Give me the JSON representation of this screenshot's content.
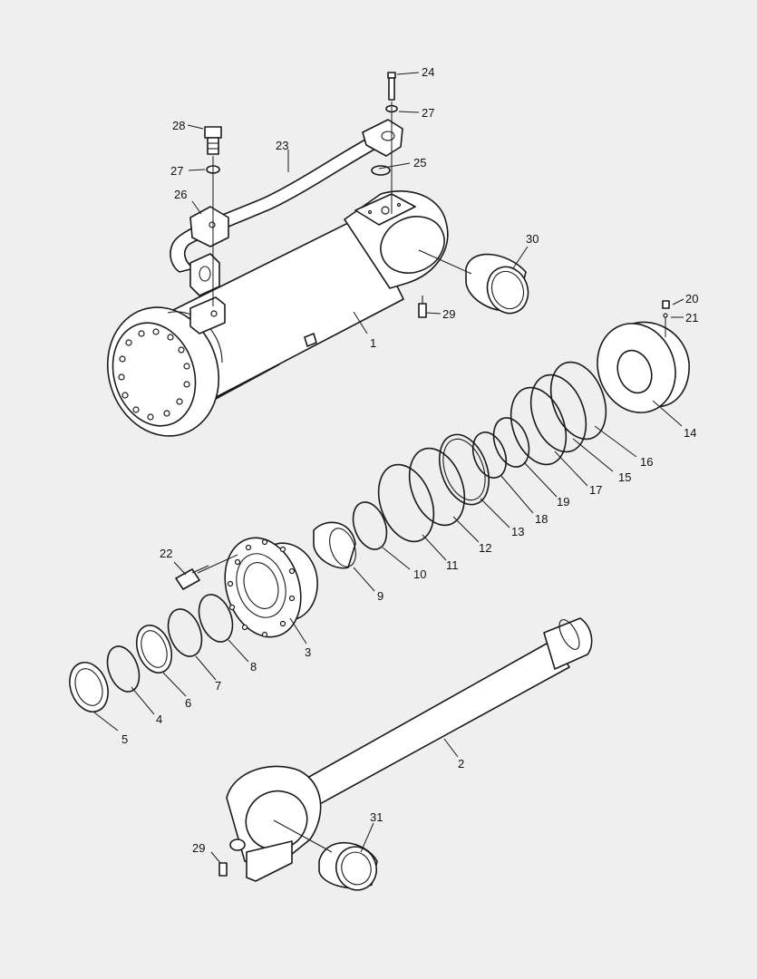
{
  "diagram": {
    "background": "#efefef",
    "callouts": [
      {
        "id": "c1",
        "text": "1"
      },
      {
        "id": "c2",
        "text": "2"
      },
      {
        "id": "c3",
        "text": "3"
      },
      {
        "id": "c4",
        "text": "4"
      },
      {
        "id": "c5",
        "text": "5"
      },
      {
        "id": "c6",
        "text": "6"
      },
      {
        "id": "c7",
        "text": "7"
      },
      {
        "id": "c8",
        "text": "8"
      },
      {
        "id": "c9",
        "text": "9"
      },
      {
        "id": "c10",
        "text": "10"
      },
      {
        "id": "c11",
        "text": "11"
      },
      {
        "id": "c12",
        "text": "12"
      },
      {
        "id": "c13",
        "text": "13"
      },
      {
        "id": "c14",
        "text": "14"
      },
      {
        "id": "c15",
        "text": "15"
      },
      {
        "id": "c16",
        "text": "16"
      },
      {
        "id": "c17",
        "text": "17"
      },
      {
        "id": "c18",
        "text": "18"
      },
      {
        "id": "c19",
        "text": "19"
      },
      {
        "id": "c20",
        "text": "20"
      },
      {
        "id": "c21",
        "text": "21"
      },
      {
        "id": "c22",
        "text": "22"
      },
      {
        "id": "c23",
        "text": "23"
      },
      {
        "id": "c24",
        "text": "24"
      },
      {
        "id": "c25",
        "text": "25"
      },
      {
        "id": "c26",
        "text": "26"
      },
      {
        "id": "c27a",
        "text": "27"
      },
      {
        "id": "c27b",
        "text": "27"
      },
      {
        "id": "c28",
        "text": "28"
      },
      {
        "id": "c29a",
        "text": "29"
      },
      {
        "id": "c29b",
        "text": "29"
      },
      {
        "id": "c30",
        "text": "30"
      },
      {
        "id": "c31",
        "text": "31"
      }
    ]
  }
}
